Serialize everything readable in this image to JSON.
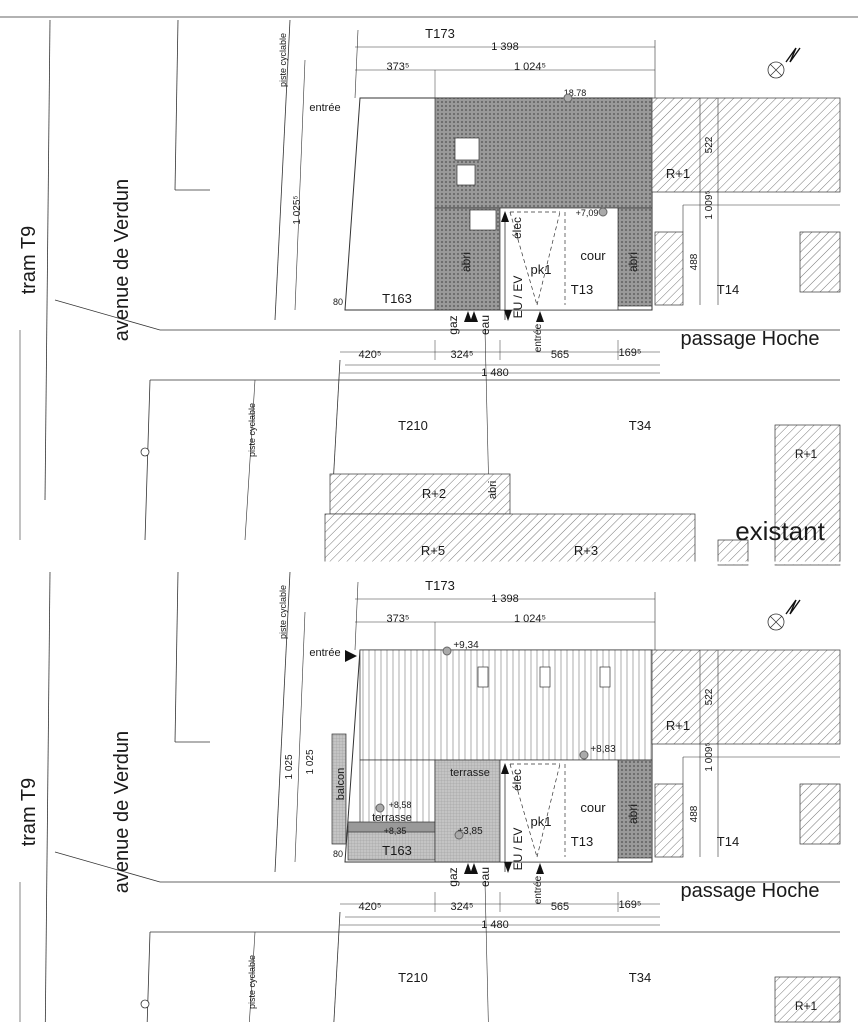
{
  "colors": {
    "line": "#333333",
    "roof_dark": "#8a8a8a",
    "hatch": "#555555",
    "terrace": "#b5b5b5"
  },
  "top": {
    "caption": "existant",
    "tram": "tram T9",
    "avenue": "avenue de Verdun",
    "piste_1": "piste cyclable",
    "piste_2": "piste cyclable",
    "passage": "passage Hoche",
    "T173": "T173",
    "T163": "T163",
    "T13": "T13",
    "T14": "T14",
    "T210": "T210",
    "T34": "T34",
    "dim_1398": "1 398",
    "dim_3735": "373⁵",
    "dim_10245": "1 024⁵",
    "dim_4205": "420⁵",
    "dim_3245": "324⁵",
    "dim_565": "565",
    "dim_1695": "169⁵",
    "dim_1480": "1 480",
    "dim_522": "522",
    "dim_10095": "1 009⁵",
    "dim_488": "488",
    "dim_80": "80",
    "dim_10255": "1 025⁵",
    "entree_1": "entrée",
    "entree_2": "entrée",
    "level_1": "18.78",
    "level_2": "+7,09",
    "cour": "cour",
    "pk1": "pk1",
    "abri_1": "abri",
    "abri_2": "abri",
    "abri_3": "abri",
    "elec": "élec",
    "euev": "EU / EV",
    "gaz": "gaz",
    "eau": "eau",
    "r1_a": "R+1",
    "r1_b": "R+1",
    "r2": "R+2",
    "r5": "R+5",
    "r3": "R+3"
  },
  "bottom": {
    "tram": "tram T9",
    "avenue": "avenue de Verdun",
    "piste_1": "piste cyclable",
    "piste_2": "piste cyclable",
    "passage": "passage Hoche",
    "T173": "T173",
    "T163": "T163",
    "T13": "T13",
    "T14": "T14",
    "T210": "T210",
    "T34": "T34",
    "dim_1398": "1 398",
    "dim_3735": "373⁵",
    "dim_10245": "1 024⁵",
    "dim_4205": "420⁵",
    "dim_3245": "324⁵",
    "dim_565": "565",
    "dim_1695": "169⁵",
    "dim_1480": "1 480",
    "dim_522": "522",
    "dim_10095": "1 009⁵",
    "dim_488": "488",
    "dim_80": "80",
    "dim_1025_a": "1 025",
    "dim_1025_b": "1 025",
    "entree_1": "entrée",
    "entree_2": "entrée",
    "level_1": "+9,34",
    "level_2": "+8,83",
    "level_3": "+8,58",
    "level_4": "+8,35",
    "level_5": "+3,85",
    "balcon": "balcon",
    "terrasse_1": "terrasse",
    "terrasse_2": "terrasse",
    "cour": "cour",
    "pk1": "pk1",
    "abri_1": "abri",
    "elec": "élec",
    "euev": "EU / EV",
    "gaz": "gaz",
    "eau": "eau",
    "r1_a": "R+1",
    "r1_b": "R+1"
  }
}
